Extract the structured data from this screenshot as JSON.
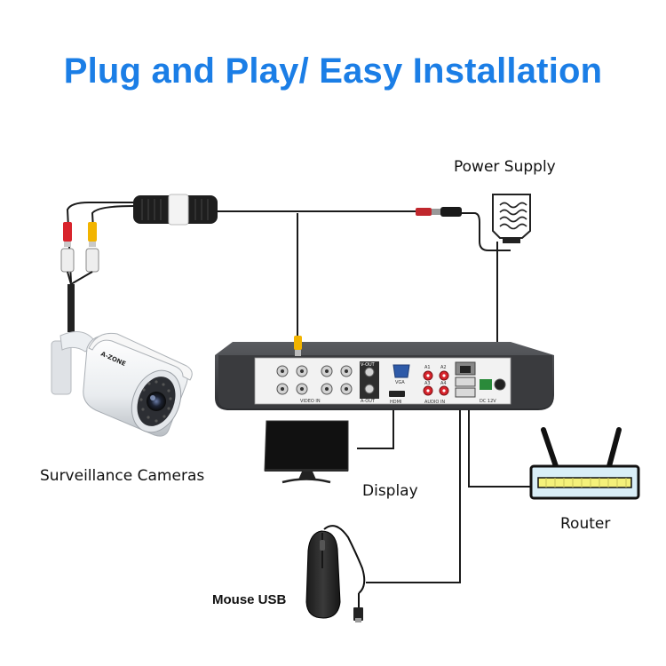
{
  "title": "Plug and Play/ Easy Installation",
  "labels": {
    "power_supply": "Power Supply",
    "surveillance_cameras": "Surveillance Cameras",
    "display": "Display",
    "router": "Router",
    "mouse_usb": "Mouse USB"
  },
  "dvr_panel": {
    "video_in": "VIDEO IN",
    "vout": "V-OUT",
    "vga": "VGA",
    "hdmi": "HDMI",
    "aout": "A-OUT",
    "audio_in": "AUDIO IN",
    "power": "DC 12V",
    "ports": [
      "A1",
      "A2",
      "A3",
      "A4"
    ]
  },
  "camera_brand": "A-ZONE",
  "colors": {
    "title": "#1b7ee6",
    "cable": "#1a1a1a",
    "dvr_body": "#3a3b3e",
    "rca_yellow": "#f2b400",
    "rca_red": "#d8242c",
    "router_lights": "#f4f17a",
    "router_body": "#d9eef7"
  }
}
